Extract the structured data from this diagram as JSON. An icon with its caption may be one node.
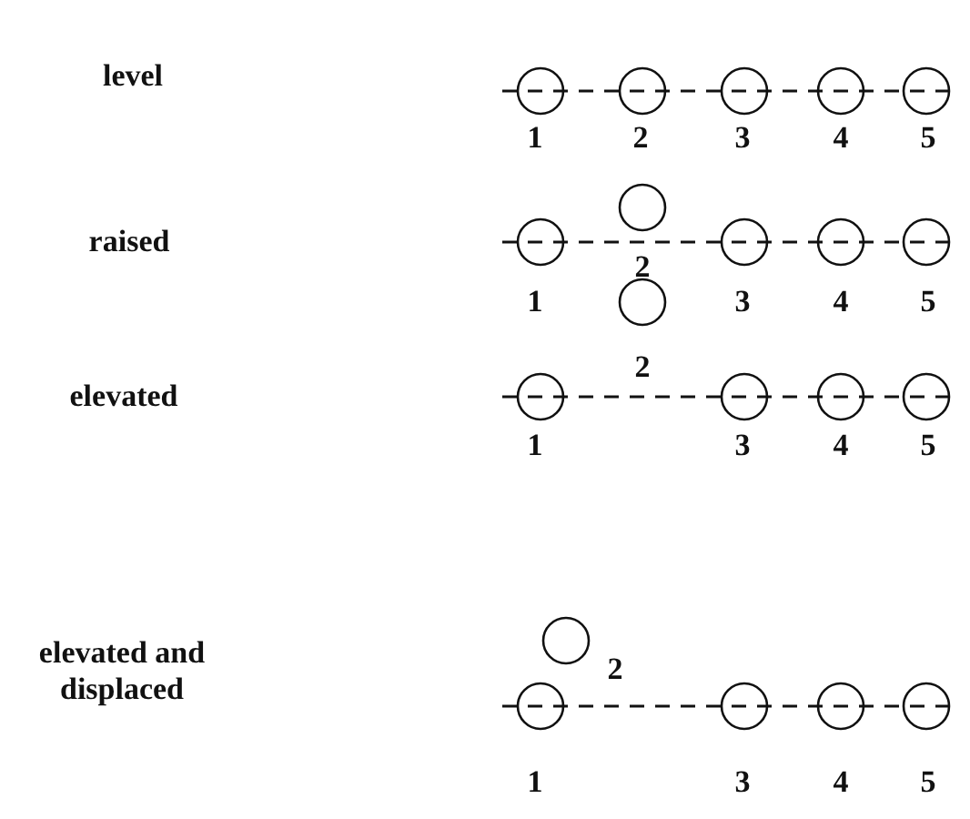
{
  "diagram": {
    "labels": [
      "level",
      "1",
      "2",
      "3",
      "4",
      "5",
      "raised",
      "2",
      "1",
      "3",
      "4",
      "5",
      "elevated",
      "2",
      "1",
      "3",
      "4",
      "5",
      "elevated and displaced",
      "2",
      "1",
      "3",
      "4",
      "5"
    ]
  }
}
